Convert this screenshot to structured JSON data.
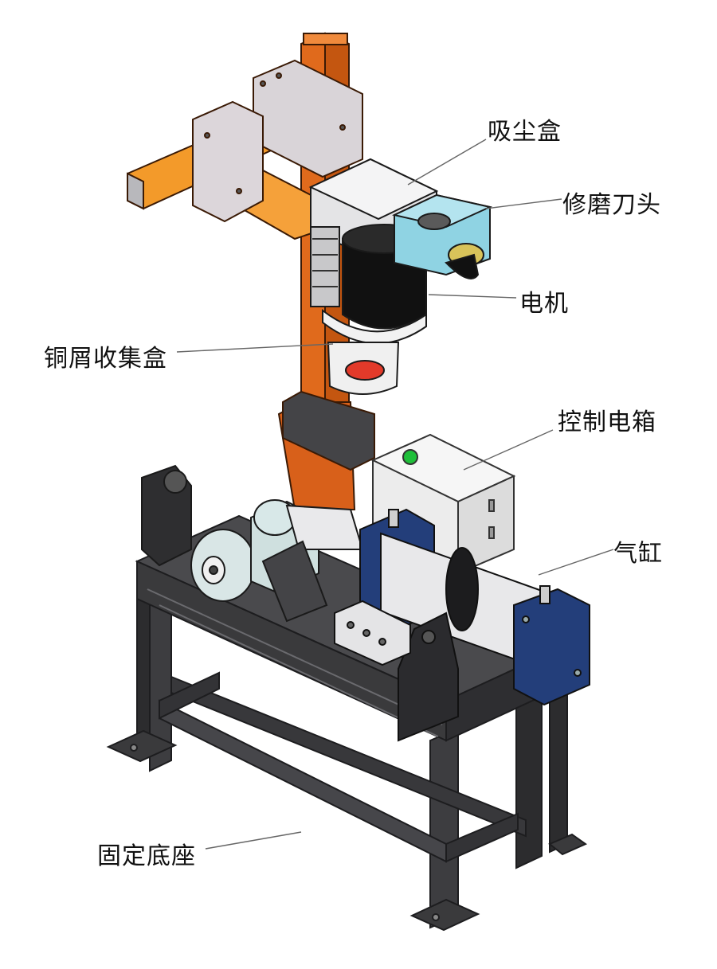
{
  "labels": {
    "dust_box": "吸尘盒",
    "trim_cutter": "修磨刀头",
    "motor": "电机",
    "chip_box": "铜屑收集盒",
    "control_box": "控制电箱",
    "cylinder": "气缸",
    "base": "固定底座"
  },
  "colors": {
    "background": "#ffffff",
    "column_orange": "#e06a1c",
    "arm_orange": "#f39a2a",
    "bracket_grey": "#d9d4d8",
    "frame_dark": "#3a3a3c",
    "plate_dark": "#4a4a4d",
    "motor_black": "#111111",
    "cutter_cyan": "#8fd3e3",
    "cylinder_blue": "#233e7a",
    "cylinder_body": "#e8e8ea",
    "control_box": "#f3f3f3",
    "leader_line": "#555555",
    "indicator_green": "#1fbf3a",
    "red_mesh": "#e23a2a"
  }
}
